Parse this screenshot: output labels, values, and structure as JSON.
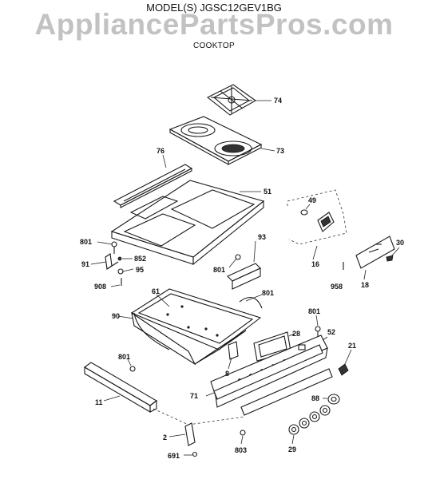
{
  "header": {
    "model": "MODEL(S) JGSC12GEV1BG",
    "watermark": "AppliancePartsPros.com",
    "section": "COOKTOP"
  },
  "parts": [
    {
      "id": "part-74",
      "label": "74"
    },
    {
      "id": "part-73",
      "label": "73"
    },
    {
      "id": "part-76",
      "label": "76"
    },
    {
      "id": "part-51",
      "label": "51"
    },
    {
      "id": "part-49",
      "label": "49"
    },
    {
      "id": "part-801a",
      "label": "801"
    },
    {
      "id": "part-91",
      "label": "91"
    },
    {
      "id": "part-852",
      "label": "852"
    },
    {
      "id": "part-95",
      "label": "95"
    },
    {
      "id": "part-908",
      "label": "908"
    },
    {
      "id": "part-93",
      "label": "93"
    },
    {
      "id": "part-801b",
      "label": "801"
    },
    {
      "id": "part-16",
      "label": "16"
    },
    {
      "id": "part-958",
      "label": "958"
    },
    {
      "id": "part-18",
      "label": "18"
    },
    {
      "id": "part-30",
      "label": "30"
    },
    {
      "id": "part-61",
      "label": "61"
    },
    {
      "id": "part-801c",
      "label": "801"
    },
    {
      "id": "part-90",
      "label": "90"
    },
    {
      "id": "part-801d",
      "label": "801"
    },
    {
      "id": "part-28",
      "label": "28"
    },
    {
      "id": "part-52",
      "label": "52"
    },
    {
      "id": "part-21",
      "label": "21"
    },
    {
      "id": "part-801e",
      "label": "801"
    },
    {
      "id": "part-8",
      "label": "8"
    },
    {
      "id": "part-11",
      "label": "11"
    },
    {
      "id": "part-71",
      "label": "71"
    },
    {
      "id": "part-88",
      "label": "88"
    },
    {
      "id": "part-2",
      "label": "2"
    },
    {
      "id": "part-691",
      "label": "691"
    },
    {
      "id": "part-803",
      "label": "803"
    },
    {
      "id": "part-29",
      "label": "29"
    }
  ]
}
